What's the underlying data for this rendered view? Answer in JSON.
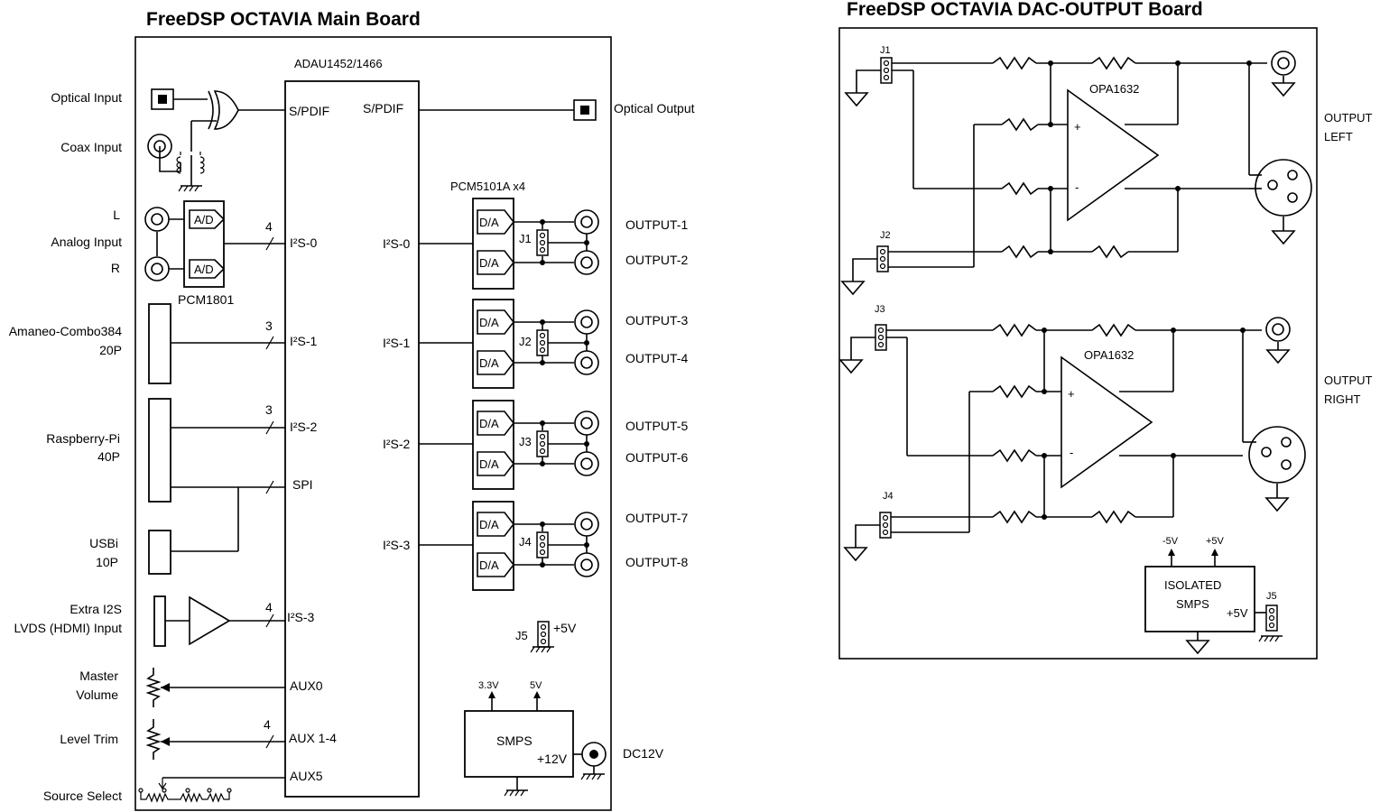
{
  "main": {
    "title": "FreeDSP OCTAVIA Main Board",
    "dsp_label": "ADAU1452/1466",
    "spdif_in": "S/PDIF",
    "spdif_out": "S/PDIF",
    "optical_input": "Optical Input",
    "coax_input": "Coax Input",
    "optical_output": "Optical Output",
    "analog_l": "L",
    "analog_input": "Analog Input",
    "analog_r": "R",
    "ad_label": "A/D",
    "pcm1801": "PCM1801",
    "amaneo_1": "Amaneo-Combo384",
    "amaneo_2": "20P",
    "rpi_1": "Raspberry-Pi",
    "rpi_2": "40P",
    "usbi_1": "USBi",
    "usbi_2": "10P",
    "extra_1": "Extra I2S",
    "extra_2": "LVDS (HDMI) Input",
    "master_1": "Master",
    "master_2": "Volume",
    "level_trim": "Level Trim",
    "source_select": "Source Select",
    "bus_4": "4",
    "bus_3": "3",
    "i2s_0": "I²S-0",
    "i2s_1": "I²S-1",
    "i2s_2": "I²S-2",
    "i2s_3": "I²S-3",
    "spi": "SPI",
    "aux0": "AUX0",
    "aux14": "AUX 1-4",
    "aux5": "AUX5",
    "pcm5101": "PCM5101A x4",
    "da_label": "D/A",
    "j1": "J1",
    "j2": "J2",
    "j3": "J3",
    "j4": "J4",
    "j5": "J5",
    "plus5v": "+5V",
    "v33": "3.3V",
    "v5": "5V",
    "smps": "SMPS",
    "plus12v": "+12V",
    "dc12v": "DC12V",
    "outputs": [
      "OUTPUT-1",
      "OUTPUT-2",
      "OUTPUT-3",
      "OUTPUT-4",
      "OUTPUT-5",
      "OUTPUT-6",
      "OUTPUT-7",
      "OUTPUT-8"
    ]
  },
  "dac": {
    "title": "FreeDSP OCTAVIA DAC-OUTPUT Board",
    "j1": "J1",
    "j2": "J2",
    "j3": "J3",
    "j4": "J4",
    "j5": "J5",
    "opa_top": "OPA1632",
    "opa_bottom": "OPA1632",
    "plus": "+",
    "minus": "-",
    "output_left_1": "OUTPUT",
    "output_left_2": "LEFT",
    "output_right_1": "OUTPUT",
    "output_right_2": "RIGHT",
    "minus5v": "-5V",
    "plus5v_a": "+5V",
    "isolated_1": "ISOLATED",
    "isolated_2": "SMPS",
    "plus5v_b": "+5V"
  }
}
